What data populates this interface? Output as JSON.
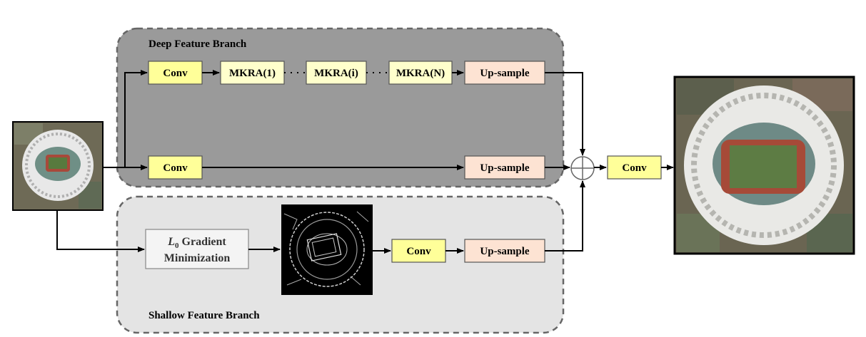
{
  "branches": {
    "deep_title": "Deep Feature Branch",
    "shallow_title": "Shallow Feature Branch"
  },
  "blocks": {
    "conv": "Conv",
    "mkra_1": "MKRA(1)",
    "mkra_i": "MKRA(i)",
    "mkra_n": "MKRA(N)",
    "upsample": "Up-sample",
    "l0_symbol": "L",
    "l0_subscript": "0",
    "l0_line1": "Gradient",
    "l0_line2": "Minimization"
  },
  "colors": {
    "conv_fill": "#ffff99",
    "mkra_fill": "#ffffcc",
    "upsample_fill": "#fde3d3",
    "deep_bg": "#9a9a9a",
    "shallow_bg": "#e4e4e4",
    "border": "#666666"
  }
}
